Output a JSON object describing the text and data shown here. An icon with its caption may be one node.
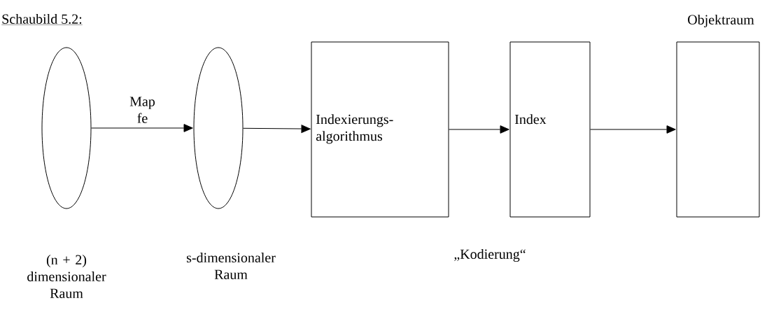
{
  "diagram": {
    "title": "Schaubild 5.2:",
    "nodes": [
      {
        "text": [],
        "shape": "ellipse",
        "beside": [
          "(n + 2) dimensionaler Raum"
        ]
      },
      {
        "text": [],
        "shape": "ellipse",
        "beside": [
          "s-dimensionaler Raum"
        ]
      },
      {
        "text": [
          "Indexierungs- algorithmus"
        ]
      },
      {
        "text": [
          "Index"
        ],
        "beside": [
          "„Kodierung“"
        ]
      },
      {
        "text": [],
        "shape": "box",
        "beside": [
          "Objektraum"
        ]
      }
    ],
    "edges": [
      {
        "from": 0,
        "to": 1,
        "arrow": "to",
        "label": "Map fe"
      },
      {
        "from": 1,
        "to": 2,
        "arrow": "to"
      },
      {
        "from": 2,
        "to": 3,
        "arrow": "to"
      },
      {
        "from": 3,
        "to": 4,
        "arrow": "to"
      }
    ]
  }
}
